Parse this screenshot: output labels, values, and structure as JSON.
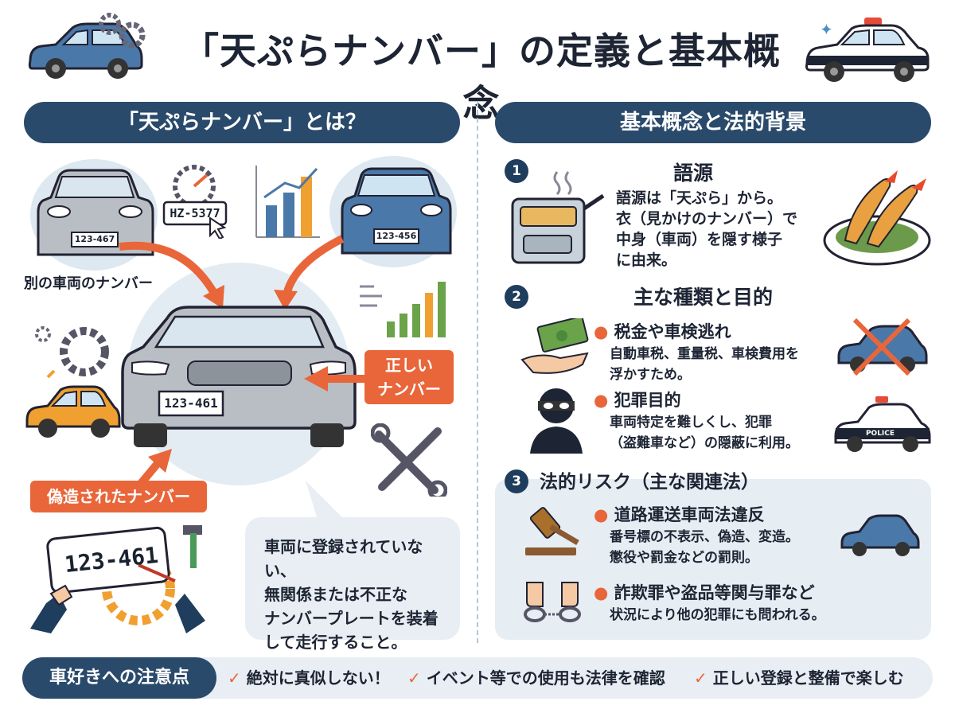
{
  "title": "「天ぷらナンバー」の定義と基本概念",
  "left": {
    "header": "「天ぷらナンバー」とは？",
    "plate_top_left": "123-467",
    "plate_top_right": "123-456",
    "plate_center": "123-461",
    "plate_sign": "HZ-5377",
    "plate_hand": "123-461",
    "label_other": "別の車両のナンバー",
    "label_correct_1": "正しい",
    "label_correct_2": "ナンバー",
    "label_forged": "偽造されたナンバー",
    "bubble": [
      "車両に登録されていない、",
      "無関係または不正な",
      "ナンバープレートを装着",
      "して走行すること。"
    ]
  },
  "right": {
    "header": "基本概念と法的背景",
    "s1": {
      "num": "1",
      "title": "語源",
      "lines": [
        "語源は「天ぷら」から。",
        "衣（見かけのナンバー）で",
        "中身（車両）を隠す様子",
        "に由来。"
      ]
    },
    "s2": {
      "num": "2",
      "title": "主な種類と目的",
      "a_title": "税金や車検逃れ",
      "a_lines": [
        "自動車税、重量税、車検費用を",
        "浮かすため。"
      ],
      "b_title": "犯罪目的",
      "b_lines": [
        "車両特定を難しくし、犯罪",
        "（盗難車など）の隠蔽に利用。"
      ],
      "police": "POLICE"
    },
    "s3": {
      "num": "3",
      "title": "法的リスク（主な関連法）",
      "a_title": "道路運送車両法違反",
      "a_lines": [
        "番号標の不表示、偽造、変造。",
        "懲役や罰金などの罰則。"
      ],
      "b_title": "詐欺罪や盗品等関与罪など",
      "b_lines": [
        "状況により他の犯罪にも問われる。"
      ]
    }
  },
  "footer": {
    "label": "車好きへの注意点",
    "items": [
      "絶対に真似しない！",
      "イベント等での使用も法律を確認",
      "正しい登録と整備で楽しむ"
    ]
  },
  "colors": {
    "navy": "#2a4a6b",
    "orange": "#e8663a",
    "light": "#e8eef3",
    "blue_car": "#4a78a8",
    "silver_car": "#b9bec4"
  }
}
